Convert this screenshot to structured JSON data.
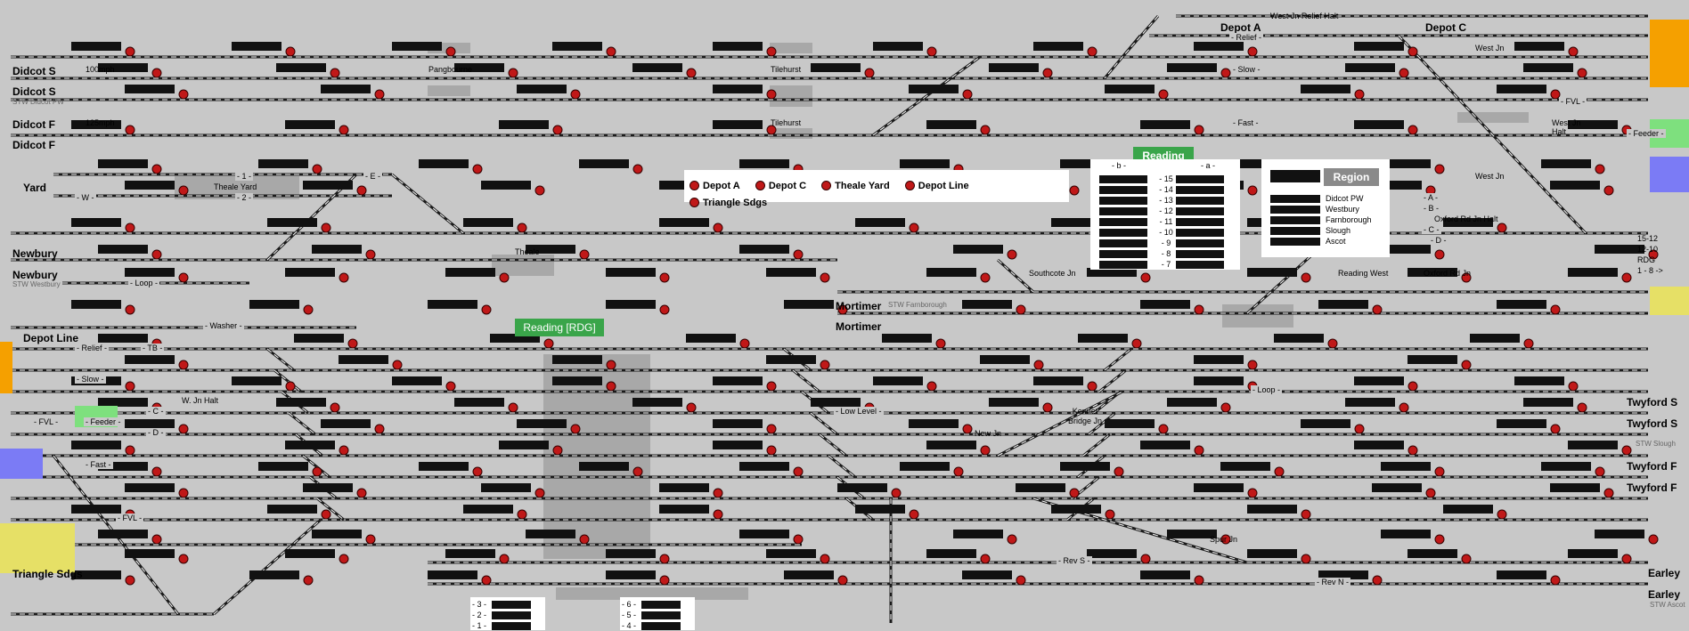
{
  "locations": {
    "didcot_s_1": "Didcot S",
    "didcot_s_2": "Didcot S",
    "stw_didcot_pw": "STW Didcot PW",
    "didcot_f_1": "Didcot F",
    "didcot_f_2": "Didcot F",
    "yard": "Yard",
    "newbury_1": "Newbury",
    "newbury_2": "Newbury",
    "stw_westbury": "STW Westbury",
    "depot_line": "Depot Line",
    "triangle_sdgs": "Triangle Sdgs",
    "mortimer_1": "Mortimer",
    "mortimer_2": "Mortimer",
    "stw_farnborough": "STW Farnborough",
    "twyford_s_1": "Twyford S",
    "twyford_s_2": "Twyford S",
    "stw_slough": "STW Slough",
    "twyford_f_1": "Twyford F",
    "twyford_f_2": "Twyford F",
    "earley_1": "Earley",
    "earley_2": "Earley",
    "stw_ascot": "STW Ascot",
    "depot_a": "Depot A",
    "depot_c": "Depot C",
    "west_jn_relief_halt": "West Jn Relief Halt",
    "west_jn": "West Jn",
    "west_jn_halt": "West Jn Halt",
    "west_jn_2": "West Jn",
    "oxford_rd_jn_halt": "Oxford Rd Jn Halt",
    "southcote_jn": "Southcote Jn",
    "reading_west": "Reading West",
    "oxford_rd_jn": "Oxford Rd Jn",
    "new_jn": "New Jn",
    "kennet_bridge_jn": "Kennet Bridge Jn",
    "spur_jn": "Spur Jn",
    "w_jn_halt": "W. Jn Halt",
    "pangbourne": "Pangbourne",
    "tilehurst_1": "Tilehurst",
    "tilehurst_2": "Tilehurst",
    "theale_yard": "Theale Yard",
    "theale": "Theale",
    "speed_100": "100mph",
    "speed_125": "125mph"
  },
  "line_labels": {
    "relief_1": "- Relief -",
    "slow_1": "- Slow -",
    "fast_1": "- Fast -",
    "washer": "- Washer -",
    "relief_2": "- Relief -",
    "tb": "- TB -",
    "slow_2": "- Slow -",
    "c": "- C -",
    "d": "- D -",
    "feeder": "- Feeder -",
    "fast_2": "- Fast -",
    "fvl_1": "- FVL -",
    "fvl_2": "- FVL -",
    "fvl_3": "- FVL -",
    "w": "- W -",
    "one": "- 1 -",
    "two": "- 2 -",
    "e": "- E -",
    "loop_1": "- Loop -",
    "low_level": "- Low Level -",
    "loop_2": "- Loop -",
    "rev_s": "- Rev S -",
    "rev_n": "- Rev N -",
    "feeder_2": "- Feeder -",
    "a": "- A -",
    "b": "- B -",
    "c2": "- C -",
    "d2": "- D -"
  },
  "legend": {
    "items": [
      "Depot A",
      "Depot C",
      "Theale Yard",
      "Depot Line",
      "Triangle Sdgs"
    ]
  },
  "reading_panel": {
    "title": "Reading",
    "col_b": "- b -",
    "col_a": "- a -",
    "platforms": [
      "15",
      "14",
      "13",
      "12",
      "11",
      "10",
      "9",
      "8",
      "7"
    ]
  },
  "region_panel": {
    "title": "Region",
    "items": [
      "Didcot PW",
      "Westbury",
      "Farnborough",
      "Slough",
      "Ascot"
    ]
  },
  "reading_rdg": {
    "title": "Reading [RDG]",
    "platforms": [
      "- 15 -",
      "- 14 -",
      "- 13 -",
      "- 12 -",
      "- 11 -",
      "- 10 -",
      "- 9 -",
      "- 8 -",
      "- 7 -"
    ],
    "b_a": [
      "- b -",
      "- a -"
    ],
    "low_platforms": [
      "- 3 -",
      "- 2 -",
      "- 1 -",
      "- 6 -",
      "- 5 -",
      "- 4 -"
    ],
    "bottom_left": [
      "- 3 -",
      "- 2 -",
      "- 1 -"
    ],
    "bottom_right": [
      "- 6 -",
      "- 5 -",
      "- 4 -"
    ]
  },
  "counter": {
    "lines": [
      "15-12",
      "12-10",
      "RDG",
      "1 - 8 ->"
    ]
  },
  "colors": {
    "background": "#c8c8c8",
    "track": "#1a1a1a",
    "signal_red": "#c01818",
    "orange_tag": "#f5a000",
    "green_tag": "#7ee07e",
    "blue_tag": "#7b7bf5",
    "yellow_tag": "#e6e066",
    "platform_grey": "#a8a8a8"
  }
}
